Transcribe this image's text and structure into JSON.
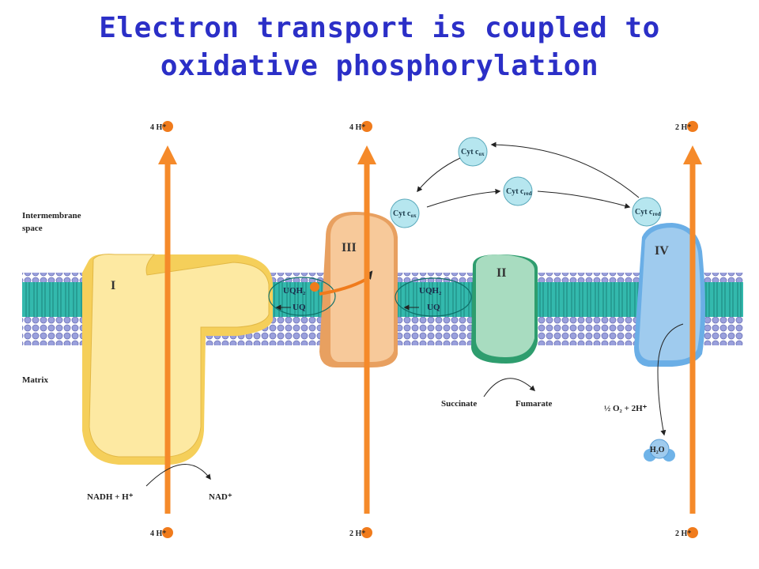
{
  "title": {
    "line1": "Electron transport is coupled to",
    "line2": "oxidative phosphorylation"
  },
  "regions": {
    "intermembrane_line1": "Intermembrane",
    "intermembrane_line2": "space",
    "matrix": "Matrix"
  },
  "complexes": {
    "c1": "I",
    "c2": "II",
    "c3": "III",
    "c4": "IV"
  },
  "protons": {
    "top1": "4 H⁺",
    "top2": "4 H⁺",
    "top3": "2 H⁺",
    "bottom1": "4 H⁺",
    "bottom2": "2 H⁺",
    "bottom3": "2 H⁺"
  },
  "ubiquinone": {
    "uqh2_left": "UQH₂",
    "uq_left": "UQ",
    "uqh2_right": "UQH₂",
    "uq_right": "UQ"
  },
  "cytochrome": {
    "top_ox": "Cyt c",
    "top_ox_sub": "ox",
    "left_ox": "Cyt c",
    "left_ox_sub": "ox",
    "mid_red": "Cyt c",
    "mid_red_sub": "red",
    "right_red": "Cyt c",
    "right_red_sub": "red"
  },
  "reactions": {
    "nadh": "NADH + H⁺",
    "nad": "NAD⁺",
    "succinate": "Succinate",
    "fumarate": "Fumarate",
    "oxygen": "½ O₂ + 2H⁺",
    "water": "H₂O"
  },
  "colors": {
    "title": "#2b2fc7",
    "arrow": "#f58a2a",
    "proton": "#f07b1c",
    "membrane_head": "#8a8fd0",
    "membrane_tail": "#2fb3a8",
    "complex1": "#fde9a2",
    "complex2": "#a8dcc0",
    "complex3": "#f7c99a",
    "complex4": "#9fcbee",
    "cytc": "#b6e6ef"
  }
}
